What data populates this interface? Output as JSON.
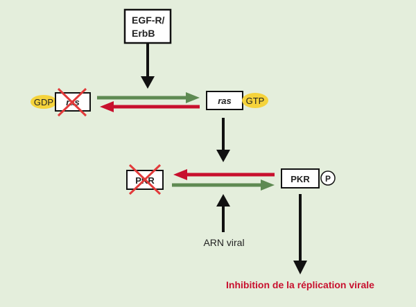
{
  "diagram": {
    "receptor": {
      "line1": "EGF-R/",
      "line2": "ErbB"
    },
    "ras_inactive": {
      "label": "ras",
      "badge": "GDP"
    },
    "ras_active": {
      "label": "ras",
      "badge": "GTP"
    },
    "pkr_inactive": {
      "label": "PKR"
    },
    "pkr_active": {
      "label": "PKR",
      "badge": "P"
    },
    "viral_rna": "ARN viral",
    "outcome": "Inhibition de la réplication virale"
  },
  "colors": {
    "background": "#E4EEDC",
    "box_fill": "#FFFFFF",
    "box_stroke": "#111111",
    "arrow_black": "#111111",
    "arrow_green": "#5E8A52",
    "arrow_red": "#C8102E",
    "badge_yellow": "#F5D33C",
    "cross_red": "#E23A3A",
    "outcome_text": "#C8102E",
    "text": "#222222"
  }
}
